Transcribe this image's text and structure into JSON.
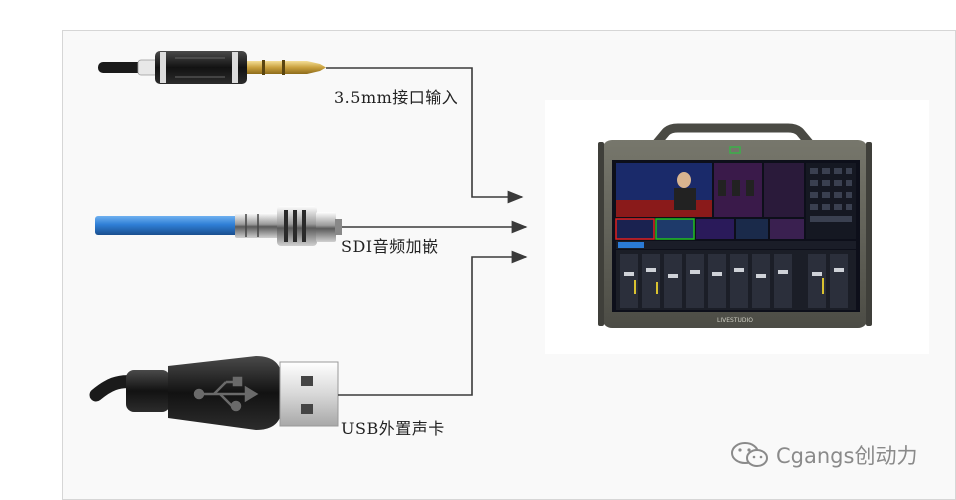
{
  "labels": {
    "jack_35": "3.5mm接口输入",
    "sdi": "SDI音频加嵌",
    "usb": "USB外置声卡"
  },
  "device": {
    "brand": "LIVESTUDIO"
  },
  "watermark": {
    "text": "Cgangs创动力",
    "icon": "wechat-icon"
  },
  "colors": {
    "arrow": "#3a3a3a",
    "cable_blue": "#2f7fd6",
    "device_body": "#5a5a52"
  }
}
